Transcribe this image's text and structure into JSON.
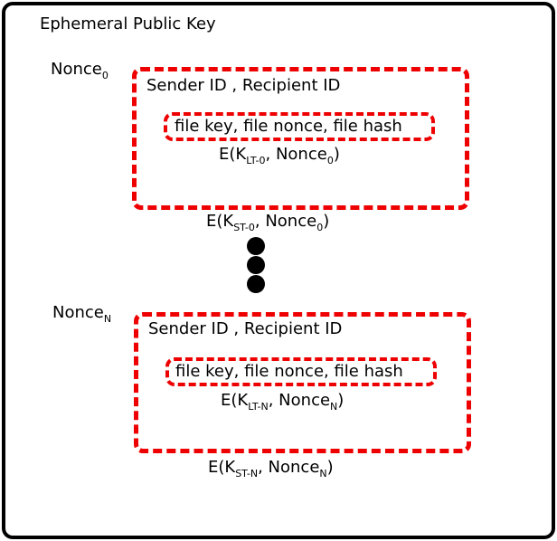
{
  "header": {
    "title": "Ephemeral Public Key"
  },
  "blocks": [
    {
      "nonce_label": "Nonce",
      "nonce_sub": "0",
      "ids": "Sender ID , Recipient ID",
      "file_fields": "file key, file nonce, file hash",
      "lt_prefix": "E(K",
      "lt_sub": "LT-0",
      "lt_mid": ", Nonce",
      "lt_nonce_sub": "0",
      "lt_suffix": ")",
      "st_prefix": "E(K",
      "st_sub": "ST-0",
      "st_mid": ", Nonce",
      "st_nonce_sub": "0",
      "st_suffix": ")"
    },
    {
      "nonce_label": "Nonce",
      "nonce_sub": "N",
      "ids": "Sender ID , Recipient ID",
      "file_fields": "file key, file nonce, file hash",
      "lt_prefix": "E(K",
      "lt_sub": "LT-N",
      "lt_mid": ", Nonce",
      "lt_nonce_sub": "N",
      "lt_suffix": ")",
      "st_prefix": "E(K",
      "st_sub": "ST-N",
      "st_mid": ", Nonce",
      "st_nonce_sub": "N",
      "st_suffix": ")"
    }
  ],
  "colors": {
    "dash": "#ee0000",
    "frame": "#000000"
  }
}
